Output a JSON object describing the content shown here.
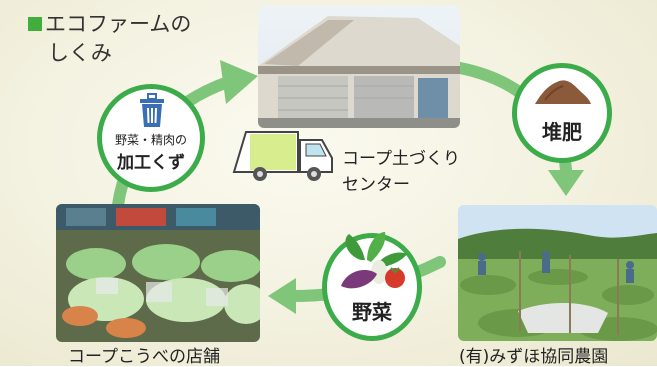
{
  "title": {
    "line1": "エコファームの",
    "line2": "しくみ"
  },
  "nodes": {
    "compost_center": {
      "label_line1": "コープ土づくり",
      "label_line2": "センター"
    },
    "farm": {
      "label": "(有)みずほ協同農園"
    },
    "store": {
      "label": "コープこうべの店舗"
    }
  },
  "badges": {
    "waste": {
      "icon": "trash-bin-icon",
      "line1": "野菜・精肉の",
      "line2": "加工くず"
    },
    "compost": {
      "icon": "soil-pile-icon",
      "label": "堆肥"
    },
    "vegetables": {
      "icon": "vegetables-icon",
      "label": "野菜"
    }
  },
  "colors": {
    "accent": "#41ad3c",
    "arrow": "#7fc57a",
    "badge_border": "#3cab4a"
  }
}
